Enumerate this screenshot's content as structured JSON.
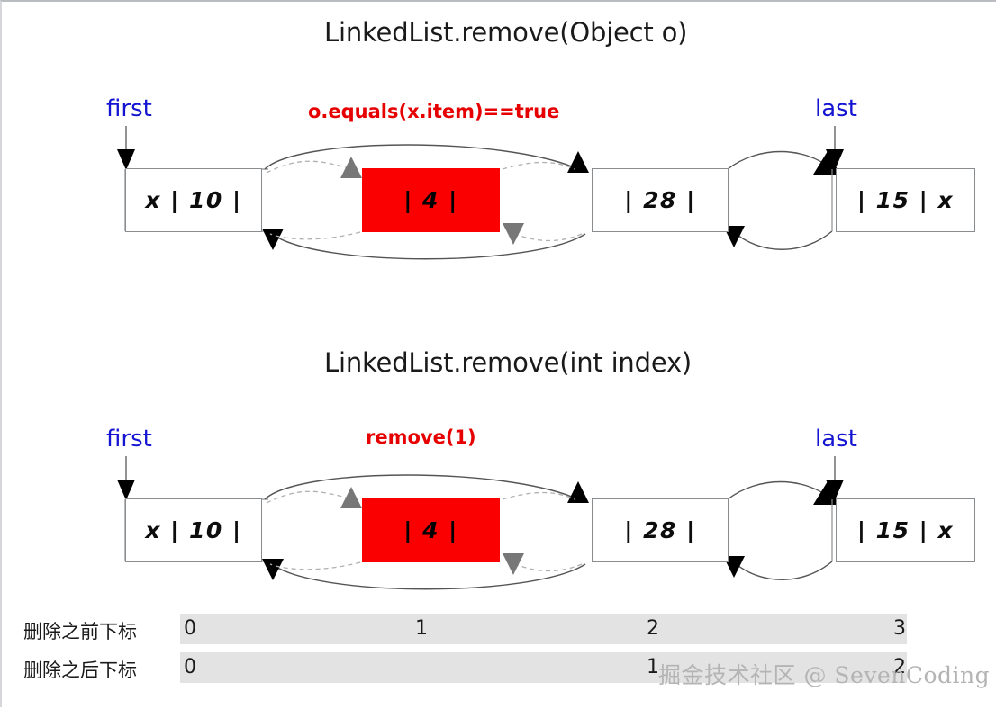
{
  "page": {
    "background": "#ffffff",
    "watermark": "掘金技术社区 @ SevenCoding"
  },
  "colors": {
    "title": "#1a1a1a",
    "pointer_label": "#1414d2",
    "operation_label": "#e60000",
    "removed_node": "#fa0000",
    "node_border": "#8a8d90",
    "new_link": "#555555",
    "old_link": "#9a9a9a",
    "index_row_bg": "#e3e3e3"
  },
  "diagrams": [
    {
      "title": "LinkedList.remove(Object o)",
      "operation_label": "o.equals(x.item)==true",
      "first_label": "first",
      "last_label": "last",
      "nodes": [
        {
          "text": "x | 10 |",
          "state": "normal"
        },
        {
          "text": "| 4 |",
          "state": "removed"
        },
        {
          "text": "| 28 |",
          "state": "normal"
        },
        {
          "text": "| 15 | x",
          "state": "normal"
        }
      ]
    },
    {
      "title": "LinkedList.remove(int index)",
      "operation_label": "remove(1)",
      "first_label": "first",
      "last_label": "last",
      "nodes": [
        {
          "text": "x | 10 |",
          "state": "normal"
        },
        {
          "text": "| 4 |",
          "state": "removed"
        },
        {
          "text": "| 28 |",
          "state": "normal"
        },
        {
          "text": "| 15 | x",
          "state": "normal"
        }
      ]
    }
  ],
  "index_table": {
    "rows": [
      {
        "label": "删除之前下标",
        "values": [
          "0",
          "1",
          "2",
          "3"
        ]
      },
      {
        "label": "删除之后下标",
        "values": [
          "0",
          "1",
          "2",
          ""
        ]
      }
    ]
  }
}
